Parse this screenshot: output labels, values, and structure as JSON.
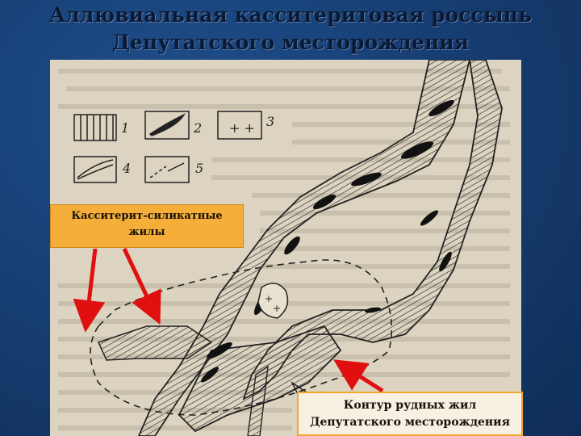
{
  "title": {
    "line1": "Аллювиальная касситеритовая россыпь",
    "line2": "Депутатского месторождения"
  },
  "legend": [
    "1",
    "2",
    "3",
    "4",
    "5"
  ],
  "callouts": {
    "veins": {
      "line1": "Касситерит-силикатные",
      "line2": "жилы"
    },
    "contour": {
      "line1": "Контур рудных жил",
      "line2": "Депутатского месторождения"
    }
  },
  "colors": {
    "background": "#173f74",
    "callout": "#f4ae39",
    "arrow": "#e01010",
    "map_paper": "#dcd4c0"
  }
}
